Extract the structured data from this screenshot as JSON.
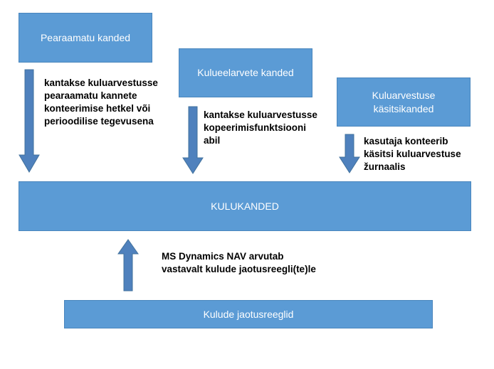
{
  "diagram": {
    "colors": {
      "box_fill": "#5b9bd5",
      "box_text": "#ffffff",
      "arrow": "#4f81bd",
      "note_text": "#000000"
    },
    "boxes": {
      "pearaamatu": "Pearaamatu kanded",
      "kulueelarvete": "Kulueelarvete kanded",
      "kasitsi": "Kuluarvestuse\nkäsitsikanded",
      "kulukanded": "KULUKANDED",
      "jaotusreeglid": "Kulude jaotusreeglid"
    },
    "notes": {
      "pearaamatu": "kantakse kuluarvestusse\npearaamatu kannete\nkonteerimise hetkel või\nperioodilise tegevusena",
      "kulueelarvete": "kantakse kuluarvestusse\nkopeerimisfunktsiooni\nabil",
      "kasitsi": "kasutaja konteerib\nkäsitsi kuluarvestuse\nžurnaalis",
      "jaotusreeglid": "MS Dynamics NAV arvutab\nvastavalt kulude jaotusreegli(te)le"
    }
  }
}
